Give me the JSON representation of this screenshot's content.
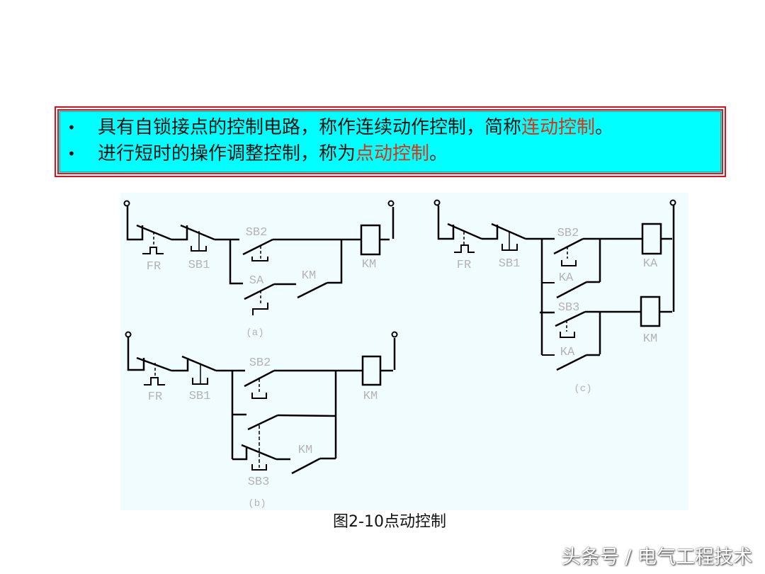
{
  "textbox": {
    "bullet": "•",
    "line1": {
      "text": "具有自锁接点的控制电路，称作连续动作控制，简称",
      "highlight": "连动控制",
      "end": "。"
    },
    "line2": {
      "text": "进行短时的操作调整控制，称为",
      "highlight": "点动控制",
      "end": "。"
    },
    "highlight_color": "#e03010",
    "background_color": "#00ffff"
  },
  "diagram": {
    "a": {
      "labels": [
        "SB2",
        "FR",
        "SB1",
        "SA",
        "KM",
        "KM"
      ],
      "caption": "(a)"
    },
    "b": {
      "labels": [
        "SB2",
        "FR",
        "SB1",
        "KM",
        "KM",
        "SB3"
      ],
      "caption": "(b)"
    },
    "c": {
      "labels": [
        "SB2",
        "FR",
        "SB1",
        "KA",
        "KA",
        "SB3",
        "KM",
        "KA"
      ],
      "caption": "(c)"
    }
  },
  "figure_caption": "图2-10点动控制",
  "watermark": "头条号 / 电气工程技术"
}
